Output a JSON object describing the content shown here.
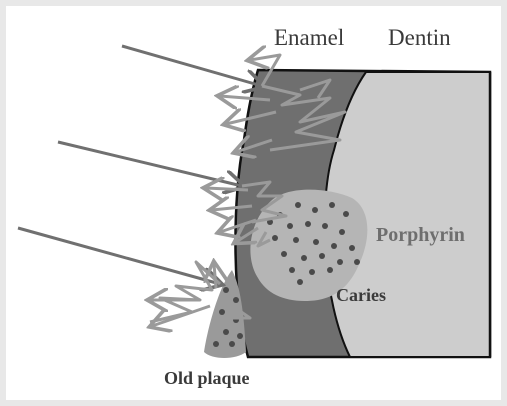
{
  "labels": {
    "enamel": "Enamel",
    "dentin": "Dentin",
    "porphyrin": "Porphyrin",
    "caries": "Caries",
    "old_plaque": "Old plaque"
  },
  "colors": {
    "background": "#e8e8e8",
    "panel": "#ffffff",
    "enamel": "#6f6f6f",
    "dentin": "#cdcdcd",
    "caries": "#b5b5b5",
    "dots": "#4a4a4a",
    "arrows_incoming": "#707070",
    "arrows_scattered": "#9a9a9a",
    "label_dark": "#3a3a3a",
    "label_light": "#6e6e6e"
  }
}
